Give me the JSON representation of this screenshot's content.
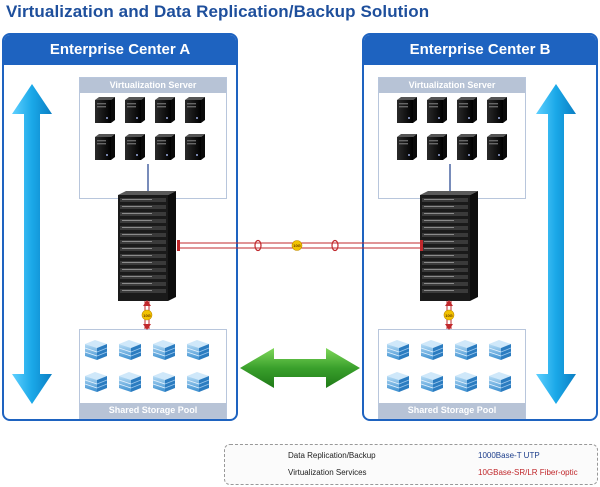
{
  "title": "Virtualization and Data Replication/Backup Solution",
  "centers": [
    {
      "name": "Enterprise Center A",
      "server_label": "Virtualization Server",
      "storage_label": "Shared Storage Pool"
    },
    {
      "name": "Enterprise Center B",
      "server_label": "Virtualization Server",
      "storage_label": "Shared Storage Pool"
    }
  ],
  "link_badge": "10G",
  "legend": {
    "replication": "Data Replication/Backup",
    "virtualization": "Virtualization Services",
    "utp": "1000Base-T UTP",
    "fiber": "10GBase-SR/LR Fiber-optic"
  },
  "colors": {
    "brand_blue": "#1e63c0",
    "title_blue": "#1e4f9c",
    "cyan_arrow": "#1aa8e8",
    "green_arrow": "#3aa02c",
    "fiber_red": "#c0282c",
    "utp_blue": "#1e3f8c",
    "badge_yellow": "#f2c200"
  }
}
